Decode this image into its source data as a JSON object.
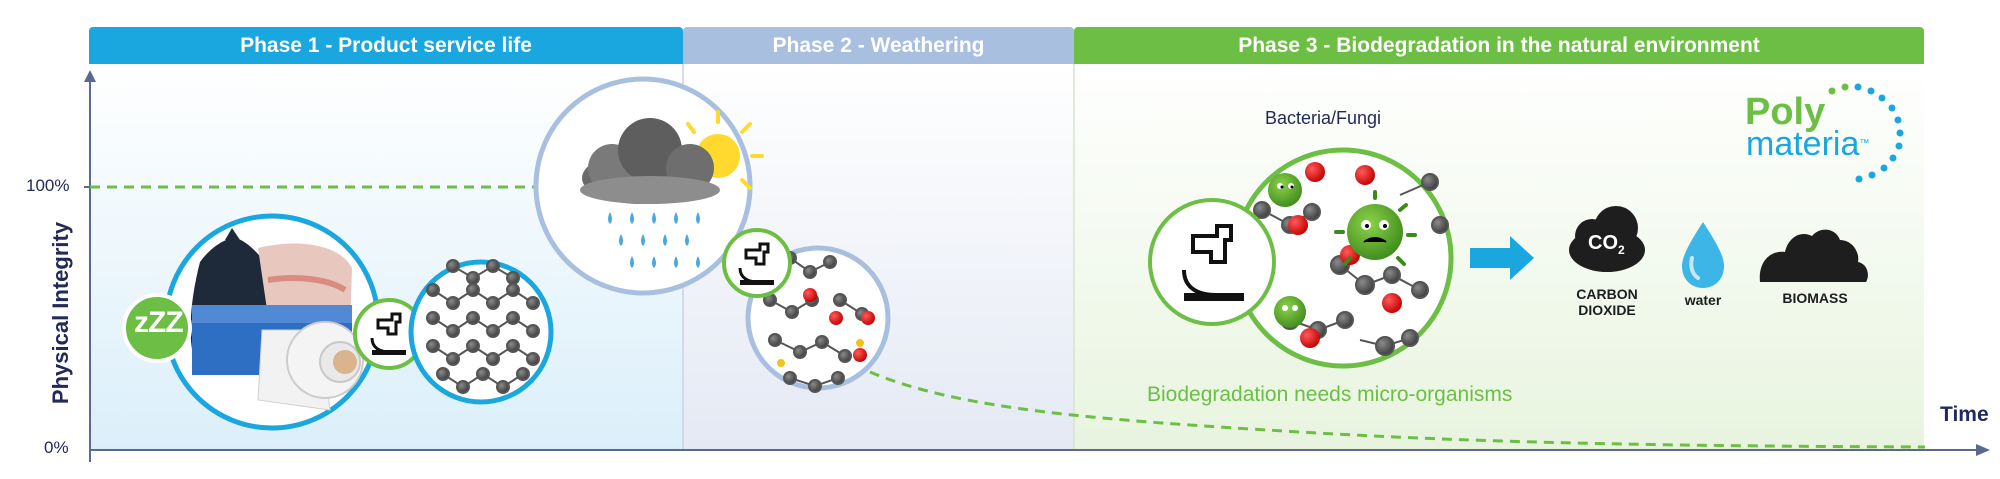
{
  "phases": [
    {
      "label": "Phase 1 - Product service life",
      "color": "#1aa6df"
    },
    {
      "label": "Phase 2 - Weathering",
      "color": "#a8bfe0"
    },
    {
      "label": "Phase 3 - Biodegradation in the natural environment",
      "color": "#6cbf44"
    }
  ],
  "axes": {
    "y_label": "Physical Integrity",
    "x_label": "Time",
    "y_ticks": [
      "100%",
      "0%"
    ]
  },
  "phase1": {
    "sleep_glyph": "zZZ"
  },
  "phase3": {
    "bacteria_label": "Bacteria/Fungi",
    "caption": "Biodegradation needs micro-organisms",
    "products": [
      {
        "icon": "carbon-dioxide-icon",
        "glyph": "CO",
        "sub": "2",
        "label_line1": "CARBON",
        "label_line2": "DIOXIDE"
      },
      {
        "icon": "water-drop-icon",
        "label_line1": "water"
      },
      {
        "icon": "biomass-icon",
        "label_line1": "BIOMASS"
      }
    ]
  },
  "brand": {
    "line1": "Poly",
    "line2": "materia",
    "tm": "™",
    "green": "#6cbf44",
    "blue": "#1aa6df"
  },
  "colors": {
    "axis": "#5a6a8f",
    "dashed": "#6cbf44",
    "ink": "#222a55"
  }
}
